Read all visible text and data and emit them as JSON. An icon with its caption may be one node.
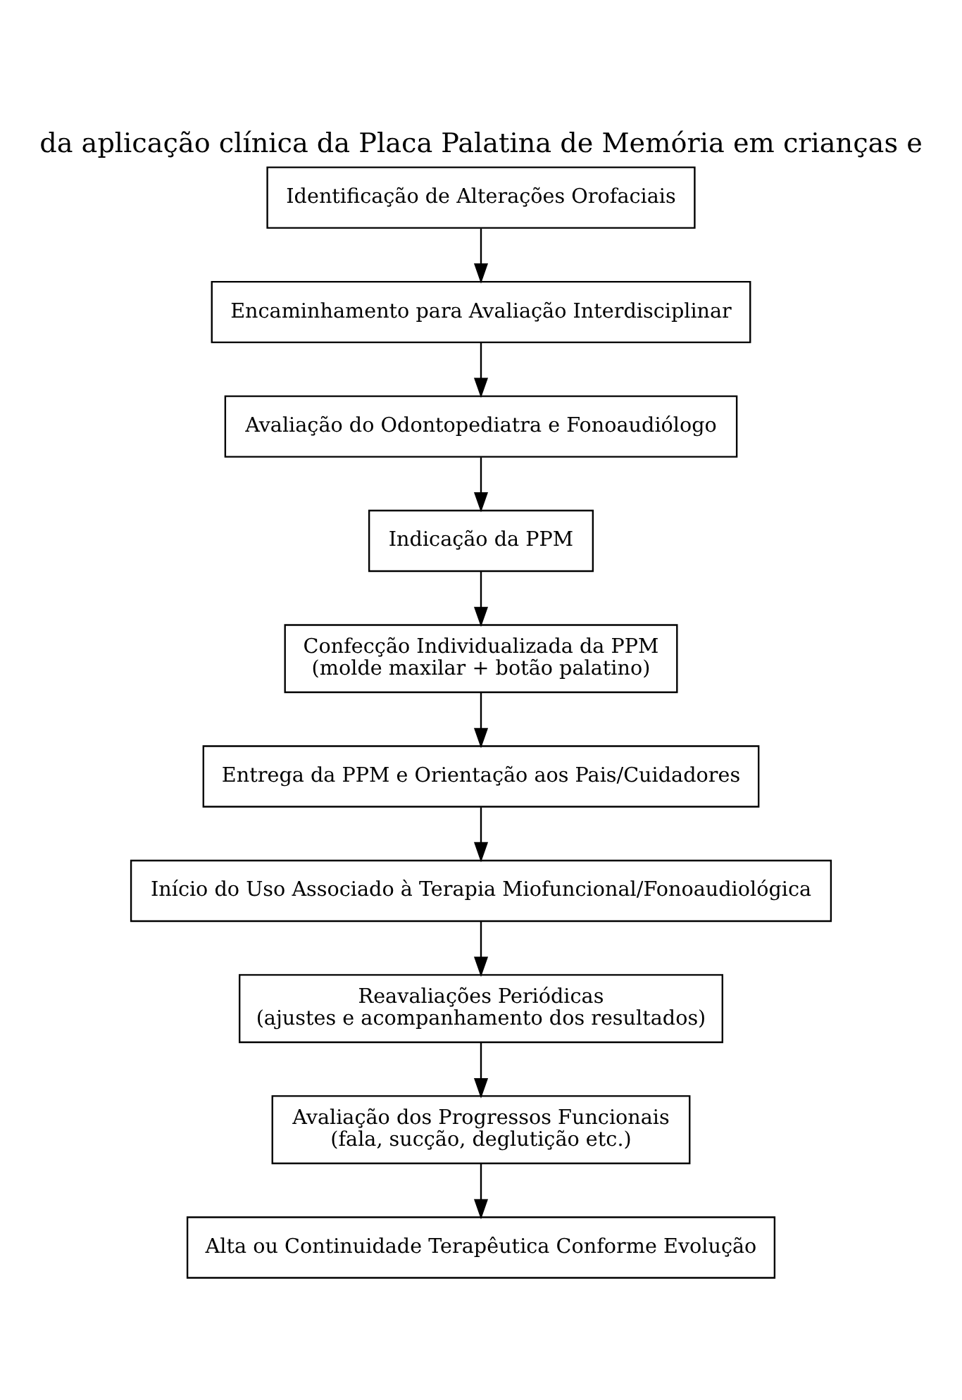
{
  "diagram": {
    "title": "da aplicação clínica da Placa Palatina de Memória em crianças e",
    "nodes": [
      {
        "text": [
          "Identificação de Alterações Orofaciais"
        ]
      },
      {
        "text": [
          "Encaminhamento para Avaliação Interdisciplinar"
        ]
      },
      {
        "text": [
          "Avaliação do Odontopediatra e Fonoaudiólogo"
        ]
      },
      {
        "text": [
          "Indicação da PPM"
        ]
      },
      {
        "text": [
          "Confecção Individualizada da PPM",
          "(molde maxilar + botão palatino)"
        ]
      },
      {
        "text": [
          "Entrega da PPM e Orientação aos Pais/Cuidadores"
        ]
      },
      {
        "text": [
          "Início do Uso Associado à Terapia Miofuncional/Fonoaudiológica"
        ]
      },
      {
        "text": [
          "Reavaliações Periódicas",
          "(ajustes e acompanhamento dos resultados)"
        ]
      },
      {
        "text": [
          "Avaliação dos Progressos Funcionais",
          "(fala, sucção, deglutição etc.)"
        ]
      },
      {
        "text": [
          "Alta ou Continuidade Terapêutica Conforme Evolução"
        ]
      }
    ],
    "edges": [
      {
        "from": 0,
        "to": 1,
        "arrow": "to"
      },
      {
        "from": 1,
        "to": 2,
        "arrow": "to"
      },
      {
        "from": 2,
        "to": 3,
        "arrow": "to"
      },
      {
        "from": 3,
        "to": 4,
        "arrow": "to"
      },
      {
        "from": 4,
        "to": 5,
        "arrow": "to"
      },
      {
        "from": 5,
        "to": 6,
        "arrow": "to"
      },
      {
        "from": 6,
        "to": 7,
        "arrow": "to"
      },
      {
        "from": 7,
        "to": 8,
        "arrow": "to"
      },
      {
        "from": 8,
        "to": 9,
        "arrow": "to"
      }
    ]
  }
}
